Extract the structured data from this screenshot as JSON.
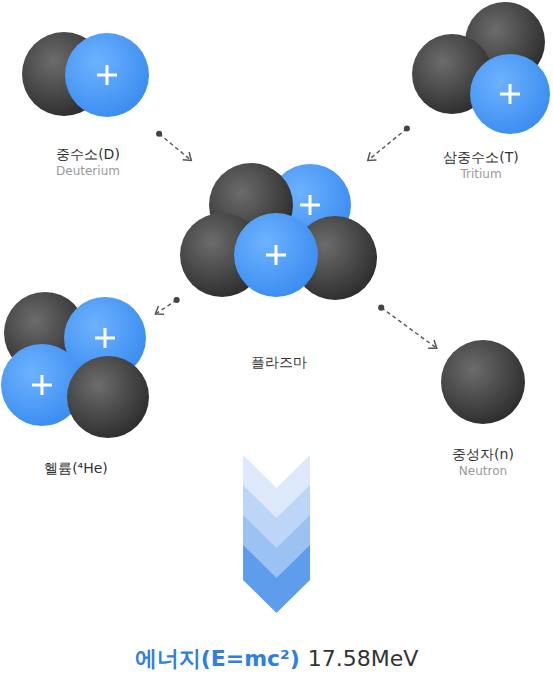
{
  "diagram": {
    "nodes": [
      {
        "text": [
          "중수소(D)",
          "Deuterium"
        ]
      },
      {
        "text": [
          "삼중수소(T)",
          "Tritium"
        ]
      },
      {
        "text": [
          "플라즈마"
        ]
      },
      {
        "text": [
          "헬륨(⁴He)"
        ]
      },
      {
        "text": [
          "중성자(n)",
          "Neutron"
        ]
      }
    ],
    "edges": [
      {
        "from": 0,
        "to": 2,
        "arrow": "to"
      },
      {
        "from": 1,
        "to": 2,
        "arrow": "to"
      },
      {
        "from": 2,
        "to": 3,
        "arrow": "to"
      },
      {
        "from": 2,
        "to": 4,
        "arrow": "to"
      }
    ],
    "labels": [
      "에너지(E=mc²)",
      "17.58MeV"
    ]
  }
}
